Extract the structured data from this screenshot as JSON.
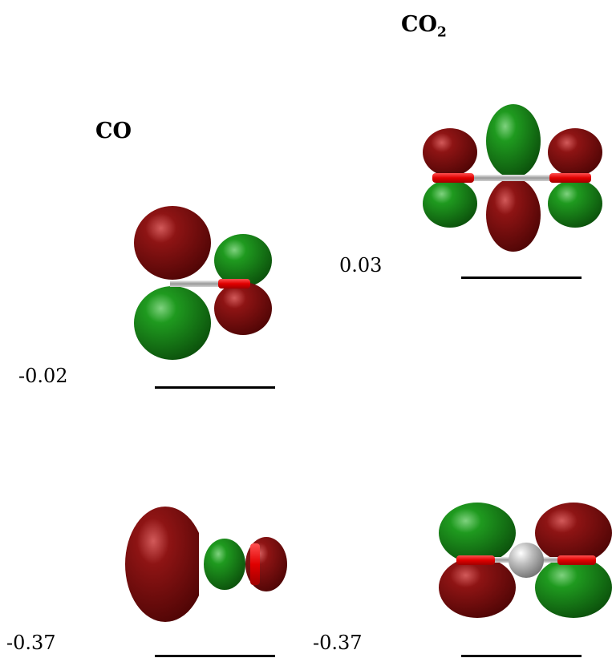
{
  "columns": [
    {
      "molecule_main": "CO",
      "molecule_sub": "",
      "levels": [
        {
          "energy": "-0.02"
        },
        {
          "energy": "-0.37"
        }
      ]
    },
    {
      "molecule_main": "CO",
      "molecule_sub": "2",
      "levels": [
        {
          "energy": "0.03"
        },
        {
          "energy": "-0.37"
        }
      ]
    }
  ],
  "colors": {
    "lobe_positive": "#1f8a1f",
    "lobe_negative": "#7d0b0b",
    "oxygen_atom": "#ff0000",
    "carbon_atom": "#b8b8b8",
    "level_line": "#000000"
  }
}
